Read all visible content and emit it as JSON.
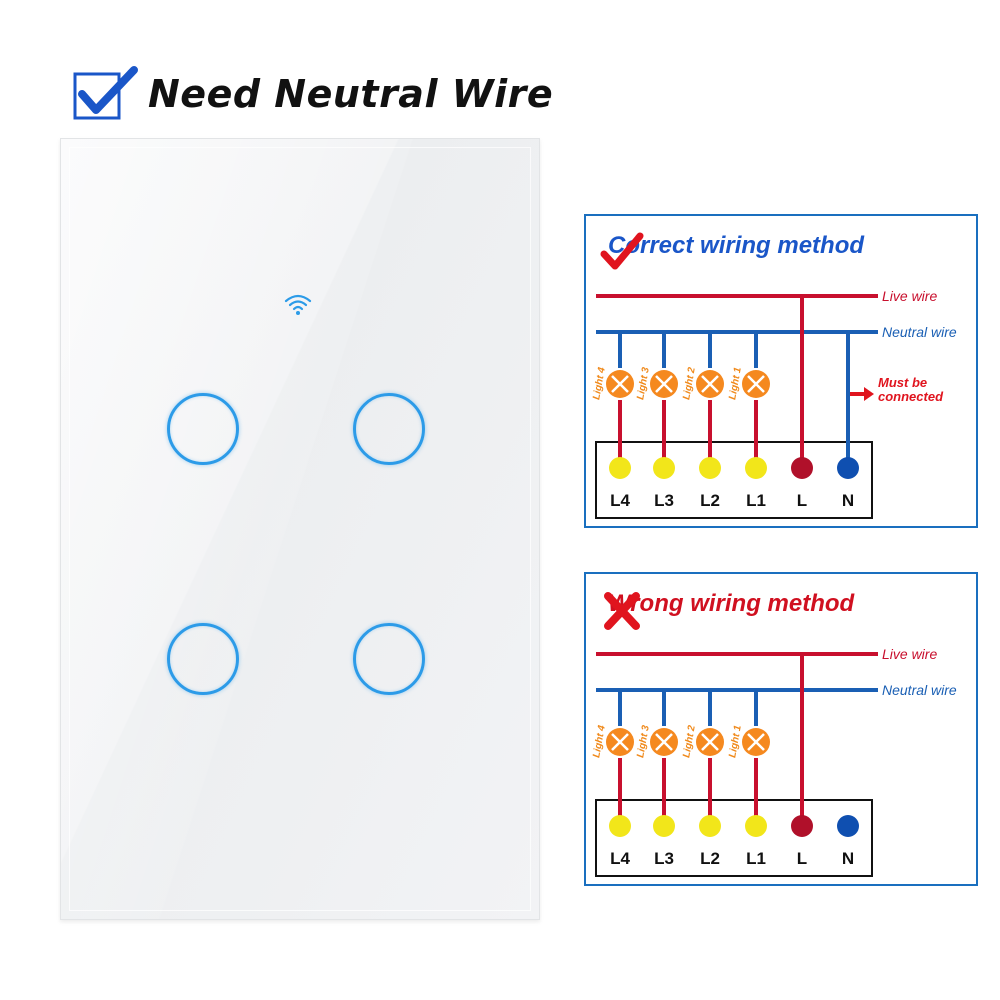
{
  "header": {
    "title": "Need Neutral Wire",
    "checkbox_icon": "checked-box-icon"
  },
  "switch_panel": {
    "wifi_icon": "wifi-icon",
    "buttons": [
      "touch-button-1",
      "touch-button-2",
      "touch-button-3",
      "touch-button-4"
    ],
    "accent_color": "#2c9be8"
  },
  "correct_diagram": {
    "heading": "Correct wiring method",
    "heading_color": "#1a56c8",
    "mark_icon": "red-checkmark-icon",
    "live_label": "Live wire",
    "neutral_label": "Neutral wire",
    "note_line1": "Must be",
    "note_line2": "connected",
    "lights": [
      "Light 4",
      "Light 3",
      "Light 2",
      "Light 1"
    ],
    "terminals": [
      "L4",
      "L3",
      "L2",
      "L1",
      "L",
      "N"
    ]
  },
  "wrong_diagram": {
    "heading": "Wrong wiring method",
    "heading_color": "#d01020",
    "mark_icon": "red-x-icon",
    "live_label": "Live wire",
    "neutral_label": "Neutral wire",
    "lights": [
      "Light 4",
      "Light 3",
      "Light 2",
      "Light 1"
    ],
    "terminals": [
      "L4",
      "L3",
      "L2",
      "L1",
      "L",
      "N"
    ]
  },
  "colors": {
    "live_wire": "#c8102e",
    "neutral_wire": "#1a5fb4",
    "bulb": "#f5891f",
    "terminal_yellow": "#f2e61a",
    "terminal_live": "#b0102a",
    "terminal_neutral": "#0f4fb0"
  }
}
